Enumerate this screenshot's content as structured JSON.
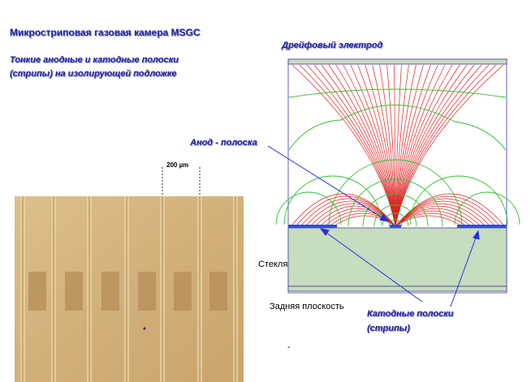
{
  "title": "Микростриповая  газовая  камера MSGC",
  "subtitle_line1": "Тонкие анодные  и катодные полоски",
  "subtitle_line2": "(стрипы) на изолирующей  подложке",
  "drift_electrode_label": "Дрейфовый электрод",
  "anode_label": "Анод - полоска",
  "scale_label": "200 µm",
  "glass_substrate_label": "Стеклянная подложка",
  "back_plane_label": "Задняя плоскость",
  "cathode_label_line1": "Катодные полоски",
  "cathode_label_line2": "(стрипы)",
  "dash_mark": "-",
  "colors": {
    "label_blue": "#2222a0",
    "field_line_red": "#e02020",
    "equipotential_green": "#30c030",
    "substrate_fill": "#c8dcc0",
    "microscope_bg": "#d2b07a"
  }
}
